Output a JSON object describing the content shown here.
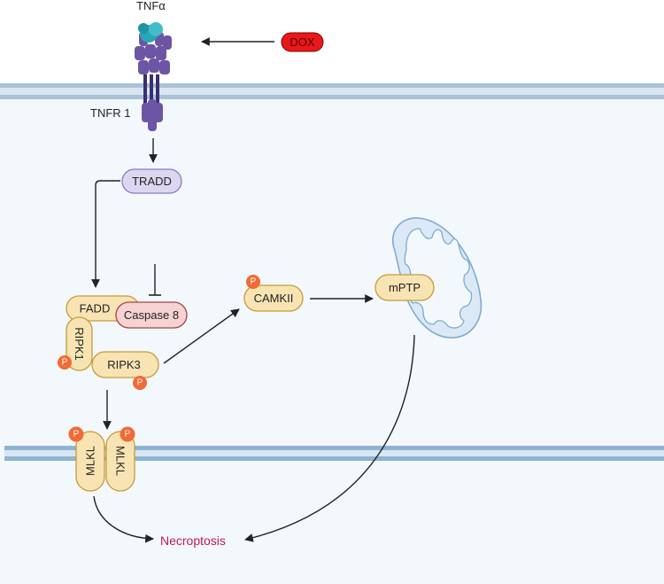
{
  "labels": {
    "tnfa": "TNFα",
    "tnfr1": "TNFR 1",
    "dox": "DOX",
    "tradd": "TRADD",
    "fadd": "FADD",
    "caspase8": "Caspase 8",
    "ripk1": "RIPK1",
    "ripk3": "RIPK3",
    "camkii": "CAMKII",
    "mptp": "mPTP",
    "mlkl_left": "MLKL",
    "mlkl_right": "MLKL",
    "necroptosis": "Necroptosis",
    "phospho": "P"
  },
  "colors": {
    "cytoplasm": "#f2f8fc",
    "membrane_dark": "#a9c2d6",
    "membrane_light": "#d6e6f2",
    "mito_membrane_dark": "#7eaad0",
    "mito_membrane_light": "#dbe9f6",
    "receptor": "#6d55a6",
    "receptor_dark": "#3c2f6e",
    "tnfa": "#2aa7b5",
    "dox": "#e8181b",
    "tradd_fill": "#ddd6f1",
    "tradd_stroke": "#8c7ac2",
    "protein_fill": "#f8e4b3",
    "protein_stroke": "#c69a3b",
    "caspase_fill": "#f6d2d2",
    "caspase_stroke": "#a34545",
    "phospho": "#f26a35",
    "necroptosis": "#c0185d",
    "arrow": "#222222"
  }
}
